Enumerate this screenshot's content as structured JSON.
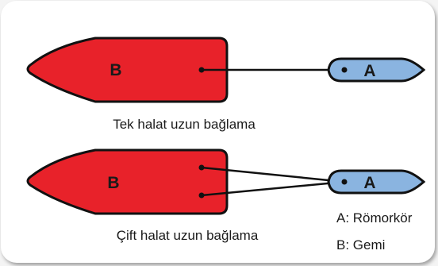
{
  "diagrams": [
    {
      "caption": "Tek halat uzun bağlama",
      "ship_label": "B",
      "tug_label": "A"
    },
    {
      "caption": "Çift halat uzun bağlama",
      "ship_label": "B",
      "tug_label": "A"
    }
  ],
  "legend": {
    "a": "A: Römorkör",
    "b": "B: Gemi"
  },
  "colors": {
    "ship": "#e8222a",
    "tug": "#8ab4e0",
    "outline": "#111111",
    "background": "#ffffff"
  }
}
